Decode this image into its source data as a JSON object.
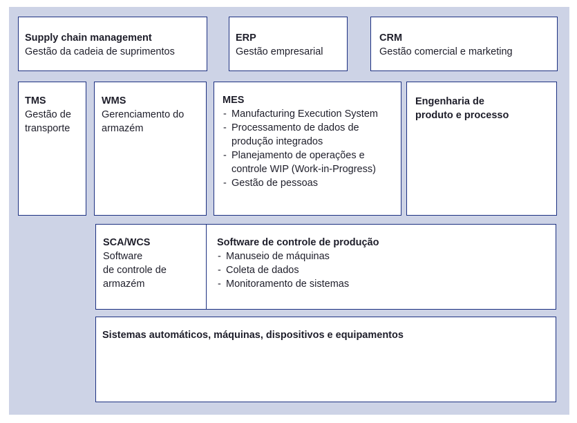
{
  "diagram": {
    "supply_chain": {
      "title": "Supply chain management",
      "subtitle": "Gestão da cadeia de suprimentos"
    },
    "erp": {
      "title": "ERP",
      "subtitle": "Gestão empresarial"
    },
    "crm": {
      "title": "CRM",
      "subtitle": "Gestão comercial e marketing"
    },
    "tms": {
      "title": "TMS",
      "lines": [
        "Gestão de",
        "transporte"
      ]
    },
    "wms": {
      "title": "WMS",
      "lines": [
        "Gerenciamento do",
        "armazém"
      ]
    },
    "mes": {
      "title": "MES",
      "items": [
        [
          "Manufacturing Execution System"
        ],
        [
          "Processamento de dados de",
          "produção integrados"
        ],
        [
          "Planejamento de operações e",
          "controle WIP (Work-in-Progress)"
        ],
        [
          "Gestão de pessoas"
        ]
      ]
    },
    "engenharia": {
      "title_lines": [
        "Engenharia de",
        "produto e processo"
      ]
    },
    "sca_wcs": {
      "title": "SCA/WCS",
      "lines": [
        "Software",
        "de controle de",
        "armazém"
      ]
    },
    "software_controle": {
      "title": "Software de controle de produção",
      "items": [
        "Manuseio de máquinas",
        "Coleta de dados",
        "Monitoramento de sistemas"
      ]
    },
    "sistemas": {
      "title": "Sistemas automáticos, máquinas, dispositivos e equipamentos"
    }
  }
}
